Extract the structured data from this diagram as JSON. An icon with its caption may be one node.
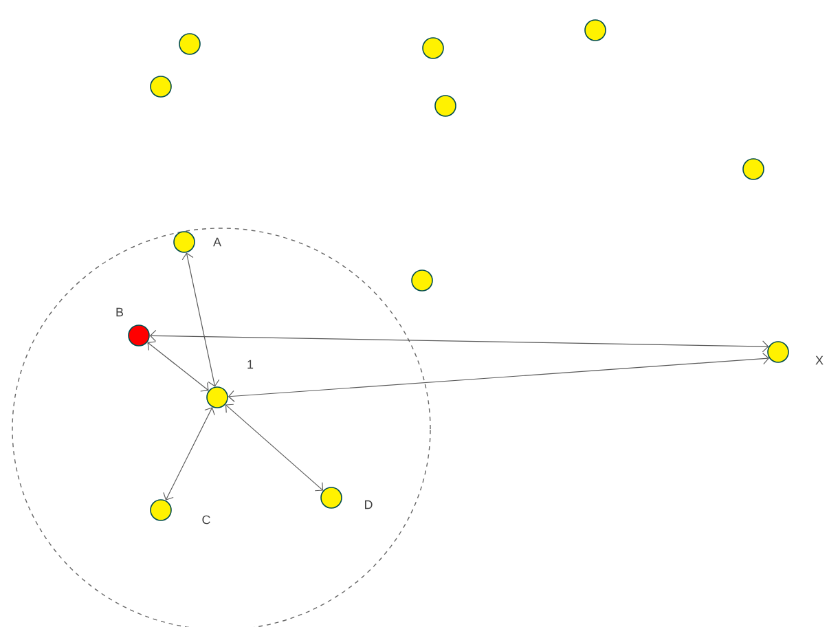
{
  "diagram": {
    "nodes": [
      {
        "text": [],
        "shape": "circle"
      },
      {
        "text": [],
        "shape": "circle"
      },
      {
        "text": [],
        "shape": "circle"
      },
      {
        "text": [],
        "shape": "circle"
      },
      {
        "text": [],
        "shape": "circle"
      },
      {
        "text": [],
        "shape": "circle"
      },
      {
        "text": [],
        "shape": "circle",
        "beside": [
          "A"
        ]
      },
      {
        "text": [],
        "shape": "circle"
      },
      {
        "text": [],
        "shape": "circle",
        "beside": [
          "B"
        ]
      },
      {
        "text": [],
        "shape": "circle",
        "beside": [
          "X"
        ]
      },
      {
        "text": [],
        "shape": "circle"
      },
      {
        "text": [],
        "shape": "circle",
        "beside": [
          "D"
        ]
      },
      {
        "text": [],
        "shape": "circle",
        "beside": [
          "C"
        ]
      }
    ],
    "edges": [
      {
        "from": 10,
        "to": 6,
        "arrow": "both"
      },
      {
        "from": 10,
        "to": 8,
        "arrow": "both"
      },
      {
        "from": 10,
        "to": 12,
        "arrow": "both"
      },
      {
        "from": 10,
        "to": 11,
        "arrow": "both"
      },
      {
        "from": 8,
        "to": 9,
        "arrow": "both"
      },
      {
        "from": 10,
        "to": 9,
        "arrow": "both"
      }
    ],
    "labels": [
      "1"
    ]
  }
}
